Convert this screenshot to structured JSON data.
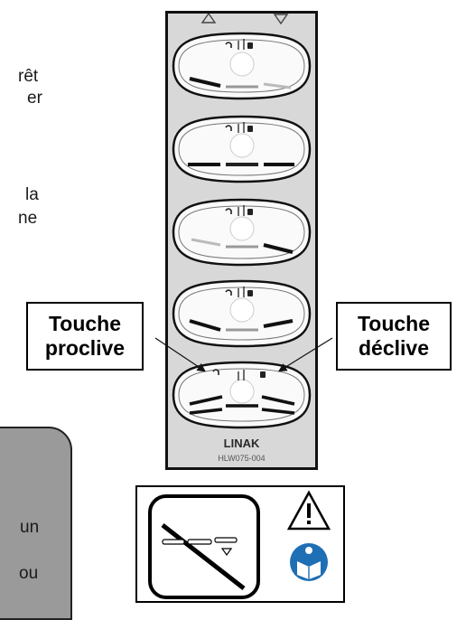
{
  "left_text": {
    "line_1": "rêt",
    "line_2": "er",
    "line_3": "la",
    "line_4": "ne",
    "line_5": "un",
    "line_6": "ou"
  },
  "remote": {
    "brand": "LINAK",
    "model": "HLW075-004"
  },
  "callouts": {
    "left": "Touche proclive",
    "right": "Touche déclive"
  },
  "colors": {
    "panel": "#d8d8d8",
    "note_box": "#9a9a9a",
    "info_icon": "#1f6fb5"
  },
  "icons": [
    "up-triangle-icon",
    "down-triangle-icon",
    "lock-icon",
    "warning-icon",
    "read-manual-icon"
  ]
}
